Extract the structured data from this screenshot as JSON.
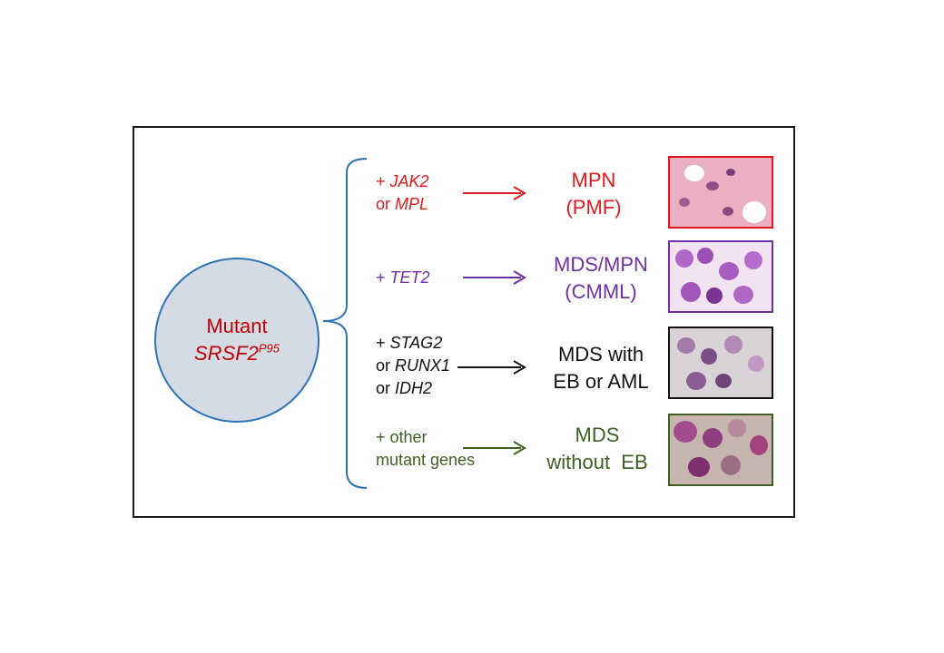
{
  "center": {
    "line1": "Mutant",
    "gene": "SRSF2",
    "superscript": "P95"
  },
  "rows": [
    {
      "color": "#e0191e",
      "mutation_lines": [
        {
          "prefix": "+ ",
          "gene": "JAK2"
        },
        {
          "prefix": "or ",
          "gene": "MPL"
        }
      ],
      "dx_lines": [
        "MPN",
        "(PMF)"
      ]
    },
    {
      "color": "#7030a0",
      "mutation_lines": [
        {
          "prefix": "+ ",
          "gene": "TET2"
        }
      ],
      "dx_lines": [
        "MDS/MPN",
        "(CMML)"
      ]
    },
    {
      "color": "#111111",
      "mutation_lines": [
        {
          "prefix": "+ ",
          "gene": "STAG2"
        },
        {
          "prefix": "or ",
          "gene": "RUNX1"
        },
        {
          "prefix": "or ",
          "gene": "IDH2"
        }
      ],
      "dx_lines": [
        "MDS with",
        "EB or AML"
      ]
    },
    {
      "color": "#3e5f23",
      "mutation_lines": [
        {
          "prefix": "+ other",
          "gene": ""
        },
        {
          "prefix": "mutant genes",
          "gene": ""
        }
      ],
      "dx_lines": [
        "MDS",
        "without  EB"
      ]
    }
  ],
  "colors": {
    "bracket": "#2e75b6",
    "circle_fill": "#d5dbe5",
    "frame": "#1a1a1a"
  }
}
